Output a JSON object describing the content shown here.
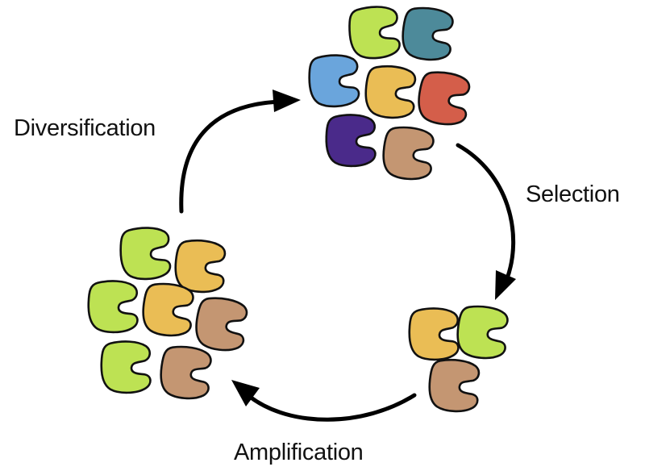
{
  "labels": {
    "diversification": "Diversification",
    "selection": "Selection",
    "amplification": "Amplification"
  },
  "colors": {
    "green": "#bde253",
    "teal": "#4d8a9a",
    "blue": "#6aa5dc",
    "yellow": "#eabd55",
    "red": "#d45e4a",
    "purple": "#4a2a8a",
    "tan": "#c49672",
    "arrow": "#000000",
    "outline": "#111111"
  },
  "pools": {
    "diverse_library": [
      "green",
      "teal",
      "blue",
      "yellow",
      "red",
      "purple",
      "tan"
    ],
    "selected": [
      "yellow",
      "green",
      "tan"
    ],
    "amplified": [
      "green",
      "yellow",
      "green",
      "yellow",
      "tan",
      "green",
      "tan"
    ]
  }
}
